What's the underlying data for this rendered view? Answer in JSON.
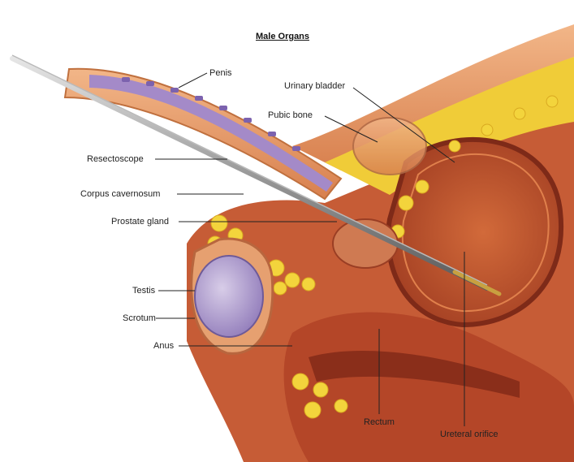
{
  "title": "Male Organs",
  "labels": {
    "penis": "Penis",
    "urinary_bladder": "Urinary bladder",
    "pubic_bone": "Pubic bone",
    "resectoscope": "Resectoscope",
    "corpus_cavernosum": "Corpus cavernosum",
    "prostate_gland": "Prostate gland",
    "testis": "Testis",
    "scrotum": "Scrotum",
    "anus": "Anus",
    "rectum": "Rectum",
    "ureteral_orifice": "Ureteral orifice"
  },
  "colors": {
    "skin_outer": "#e8a070",
    "tissue_red": "#b84a2a",
    "tissue_dark": "#8a2f1c",
    "fat_yellow": "#f2d23a",
    "bladder_inner": "#c05a30",
    "testis_purple": "#a896c8",
    "urethra_purple": "#9a86c4",
    "bone": "#e9d7b8",
    "instrument": "#8c8c8c"
  }
}
